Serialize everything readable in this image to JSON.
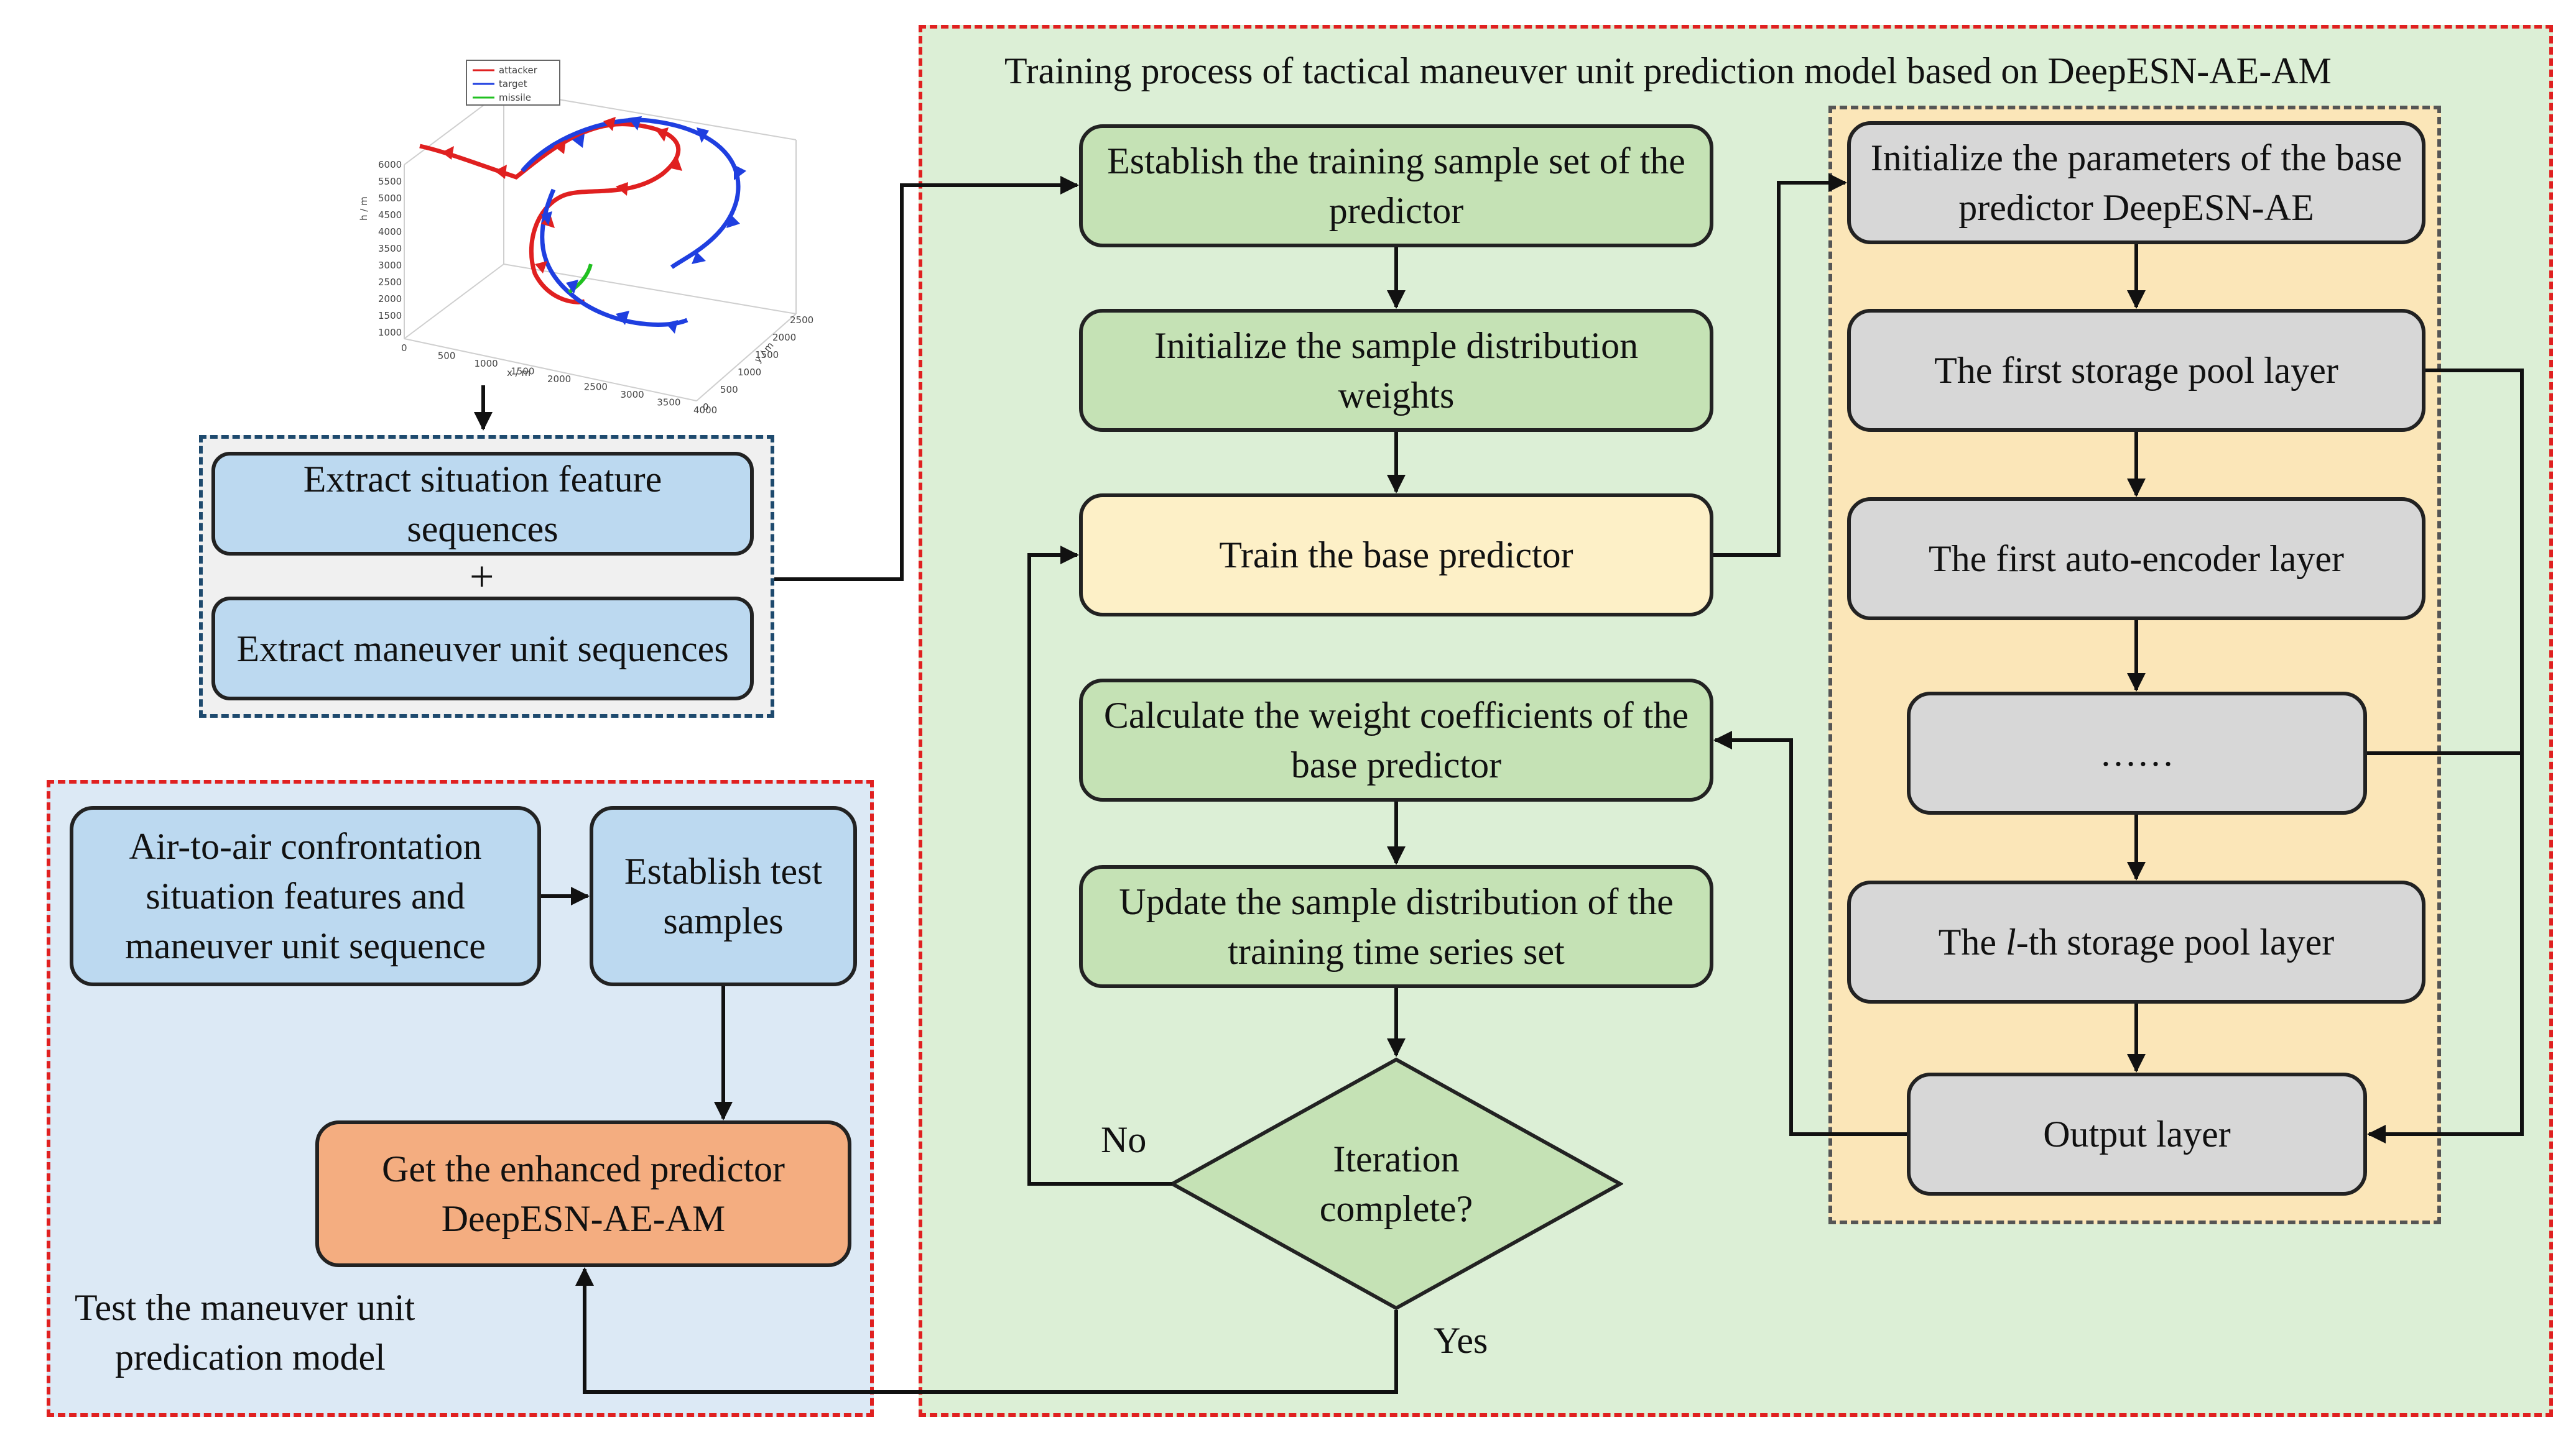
{
  "training_region": {
    "title": "Training process of tactical maneuver unit prediction model based on DeepESN-AE-AM",
    "bg": "#dcefd6",
    "border": "#e02020"
  },
  "test_region": {
    "title_line1": "Test the maneuver unit",
    "title_line2": "predication model",
    "bg": "#dce9f5",
    "border": "#e02020"
  },
  "feature_group": {
    "bg": "#f0f0f0",
    "border": "#1e4a6e"
  },
  "predictor_group": {
    "bg": "#fbe6b8",
    "border": "#555555"
  },
  "trajectory_plot": {
    "legend": [
      "attacker",
      "target",
      "missile"
    ],
    "colors": {
      "attacker": "#e02020",
      "target": "#1f3fe0",
      "missile": "#20c020"
    },
    "z_axis_label": "h / m",
    "x_axis_label": "x / m",
    "y_axis_label": "y / m",
    "z_ticks": [
      "1000",
      "1500",
      "2000",
      "2500",
      "3000",
      "3500",
      "4000",
      "4500",
      "5000",
      "5500",
      "6000"
    ],
    "x_ticks": [
      "0",
      "500",
      "1000",
      "1500",
      "2000",
      "2500",
      "3000",
      "3500",
      "4000"
    ],
    "y_ticks": [
      "0",
      "500",
      "1000",
      "1500",
      "2000",
      "2500"
    ]
  },
  "nodes": {
    "extract_features": "Extract situation feature sequences",
    "plus": "+",
    "extract_maneuver": "Extract maneuver unit sequences",
    "establish_training": "Establish the training sample set of the predictor",
    "init_weights": "Initialize the sample distribution weights",
    "train_base": "Train the base predictor",
    "calc_coeff": "Calculate the weight coefficients of the base predictor",
    "update_dist": "Update the sample distribution of the training time series set",
    "iteration": "Iteration complete?",
    "no_label": "No",
    "yes_label": "Yes",
    "init_params": "Initialize the parameters of the base predictor DeepESN-AE",
    "storage1": "The first storage pool layer",
    "autoenc1": "The first auto-encoder layer",
    "ellipsis": "……",
    "storage_l_prefix": "The ",
    "storage_l_var": "l",
    "storage_l_suffix": "-th storage pool layer",
    "output_layer": "Output layer",
    "air_to_air": "Air-to-air confrontation situation features and maneuver unit sequence",
    "test_samples": "Establish test samples",
    "enhanced": "Get the enhanced predictor DeepESN-AE-AM"
  }
}
